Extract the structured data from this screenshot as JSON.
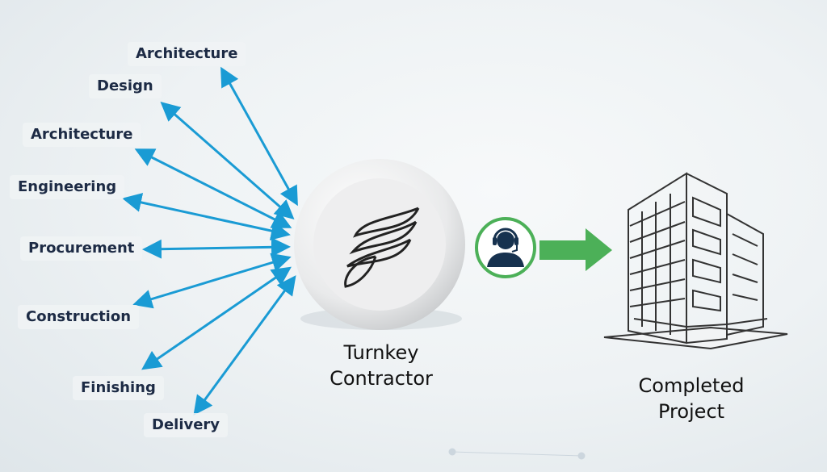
{
  "inputs": [
    "Architecture",
    "Design",
    "Architecture",
    "Engineering",
    "Procurement",
    "Construction",
    "Finishing",
    "Delivery"
  ],
  "center": {
    "line1": "Turnkey",
    "line2": "Contractor",
    "icon": "feather-logo-icon"
  },
  "middle_icon": "customer-support-headset-icon",
  "output": {
    "line1": "Completed",
    "line2": "Project",
    "icon": "building-icon"
  },
  "colors": {
    "arrow": "#1a9bd4",
    "green": "#4cb058",
    "text": "#1d2b45",
    "agent": "#17324f"
  }
}
